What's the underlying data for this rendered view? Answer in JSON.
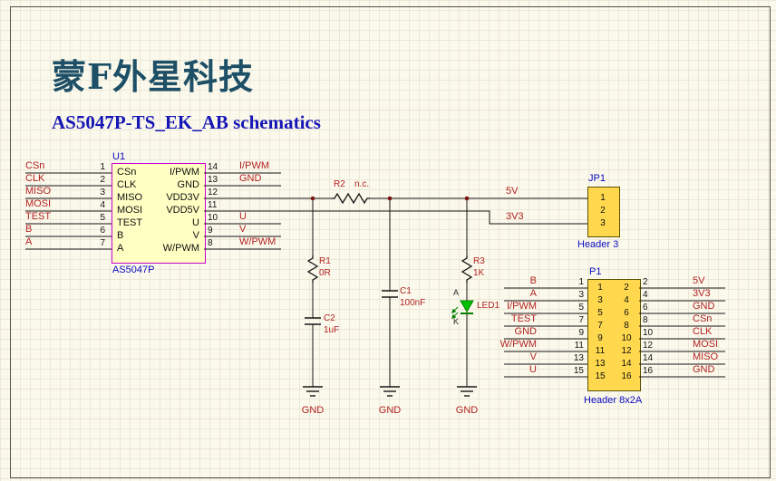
{
  "title": "蒙F外星科技",
  "subtitle": "AS5047P-TS_EK_AB schematics",
  "colors": {
    "net_label": "#B22222",
    "designator_blue": "#0b0bc0",
    "ic_fill": "#FFFFC4",
    "ic_border": "#cc00cc",
    "header_fill": "#FFD84D",
    "led_green": "#00C000",
    "title_color": "#1d4f66",
    "subtitle_color": "#1616b6",
    "background": "#fbf9ec"
  },
  "u1": {
    "designator": "U1",
    "part": "AS5047P",
    "left_pins": [
      {
        "num": "1",
        "net": "CSn",
        "name": "CSn"
      },
      {
        "num": "2",
        "net": "CLK",
        "name": "CLK"
      },
      {
        "num": "3",
        "net": "MISO",
        "name": "MISO"
      },
      {
        "num": "4",
        "net": "MOSI",
        "name": "MOSI"
      },
      {
        "num": "5",
        "net": "TEST",
        "name": "TEST"
      },
      {
        "num": "6",
        "net": "B",
        "name": "B"
      },
      {
        "num": "7",
        "net": "A",
        "name": "A"
      }
    ],
    "right_pins": [
      {
        "num": "14",
        "name": "I/PWM",
        "net": "I/PWM"
      },
      {
        "num": "13",
        "name": "GND",
        "net": "GND"
      },
      {
        "num": "12",
        "name": "VDD3V",
        "net": ""
      },
      {
        "num": "11",
        "name": "VDD5V",
        "net": ""
      },
      {
        "num": "10",
        "name": "U",
        "net": "U"
      },
      {
        "num": "9",
        "name": "V",
        "net": "V"
      },
      {
        "num": "8",
        "name": "W/PWM",
        "net": "W/PWM"
      }
    ]
  },
  "power": {
    "v5": "5V",
    "v3": "3V3"
  },
  "gnd": {
    "label": "GND"
  },
  "r1": {
    "ref": "R1",
    "value": "0R"
  },
  "r2": {
    "ref": "R2",
    "value": "n.c."
  },
  "r3": {
    "ref": "R3",
    "value": "1K"
  },
  "c1": {
    "ref": "C1",
    "value": "100nF"
  },
  "c2": {
    "ref": "C2",
    "value": "1uF"
  },
  "led1": {
    "ref": "LED1",
    "anode": "A",
    "cathode": "K"
  },
  "jp1": {
    "designator": "JP1",
    "part": "Header 3",
    "pins": [
      "1",
      "2",
      "3"
    ]
  },
  "p1": {
    "designator": "P1",
    "part": "Header 8x2A",
    "rows": [
      {
        "lnet": "B",
        "lnum": "1",
        "rnum": "2",
        "rnet": "5V"
      },
      {
        "lnet": "A",
        "lnum": "3",
        "rnum": "4",
        "rnet": "3V3"
      },
      {
        "lnet": "I/PWM",
        "lnum": "5",
        "rnum": "6",
        "rnet": "GND"
      },
      {
        "lnet": "TEST",
        "lnum": "7",
        "rnum": "8",
        "rnet": "CSn"
      },
      {
        "lnet": "GND",
        "lnum": "9",
        "rnum": "10",
        "rnet": "CLK"
      },
      {
        "lnet": "W/PWM",
        "lnum": "11",
        "rnum": "12",
        "rnet": "MOSI"
      },
      {
        "lnet": "V",
        "lnum": "13",
        "rnum": "14",
        "rnet": "MISO"
      },
      {
        "lnet": "U",
        "lnum": "15",
        "rnum": "16",
        "rnet": "GND"
      }
    ]
  }
}
